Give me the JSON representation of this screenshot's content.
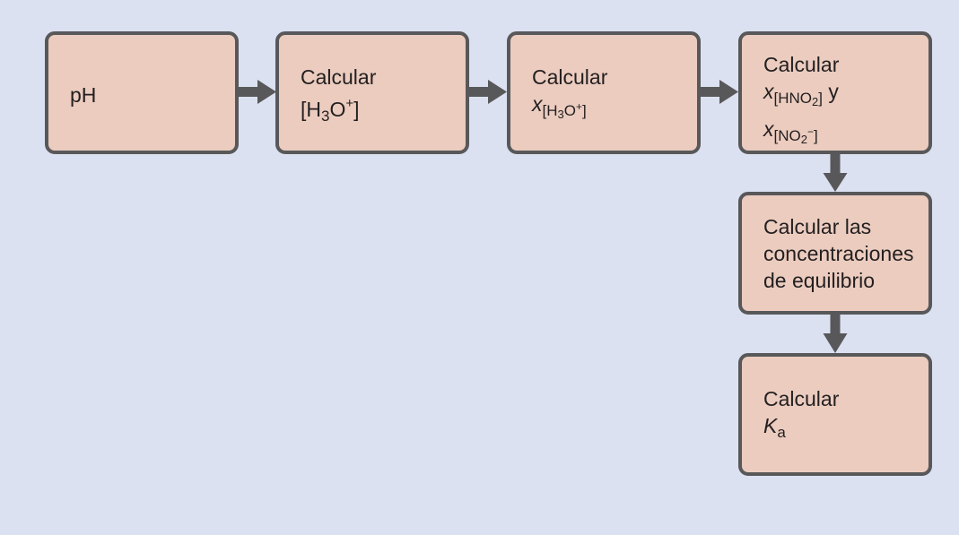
{
  "colors": {
    "background": "#dce1f1",
    "box_fill": "#ebccbf",
    "box_border": "#58585a",
    "arrow": "#58585a",
    "text": "#231f20"
  },
  "steps": {
    "ph": {
      "label": "pH"
    },
    "h3o": {
      "title": "Calcular",
      "bracket_open": "[",
      "h": "H",
      "h_sub": "3",
      "o": "O",
      "charge": "+",
      "bracket_close": "]"
    },
    "x_h3o": {
      "title": "Calcular",
      "x": "x",
      "sub_open": "[H",
      "sub_3": "3",
      "sub_o": "O",
      "sub_charge": "+",
      "sub_close": "]"
    },
    "x_hno2": {
      "title": "Calcular",
      "x1": "x",
      "sub1_a": "[HNO",
      "sub1_2": "2",
      "sub1_close": "]",
      "conj": " y",
      "x2": "x",
      "sub2_a": "[NO",
      "sub2_2": "2",
      "sub2_charge": "−",
      "sub2_close": "]"
    },
    "equilibrium": {
      "line1": "Calcular las",
      "line2": "concentraciones",
      "line3": "de equilibrio"
    },
    "ka": {
      "title": "Calcular",
      "k": "K",
      "k_sub": "a"
    }
  }
}
